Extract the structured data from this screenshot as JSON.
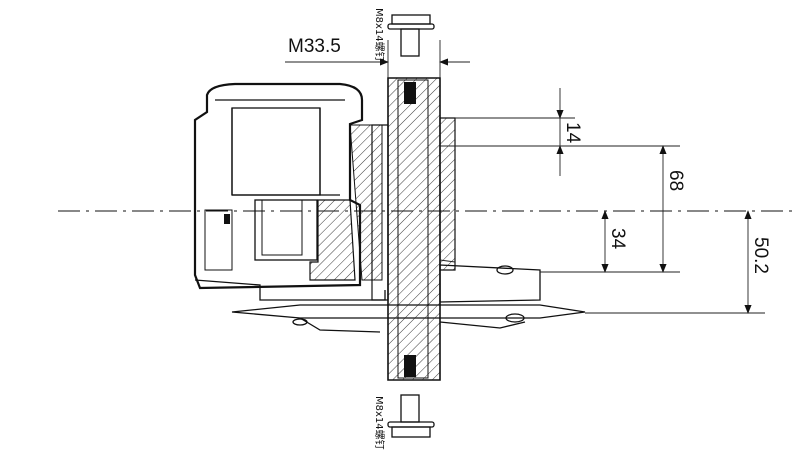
{
  "drawing": {
    "title_dimension": "M33.5",
    "screw_label_top": "M8x14螺钉",
    "screw_label_bottom": "M8x14螺钉",
    "dimensions": {
      "d14": "14",
      "d68": "68",
      "d34": "34",
      "d50_2": "50.2"
    }
  }
}
